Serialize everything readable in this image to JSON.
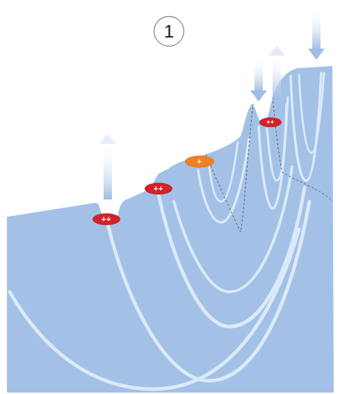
{
  "diagram": {
    "nodes": [
      {
        "text": [
          "1"
        ]
      },
      {
        "text": [
          "++"
        ]
      },
      {
        "text": [
          "++"
        ]
      },
      {
        "text": [
          "+"
        ]
      },
      {
        "text": [
          "++"
        ]
      }
    ]
  }
}
